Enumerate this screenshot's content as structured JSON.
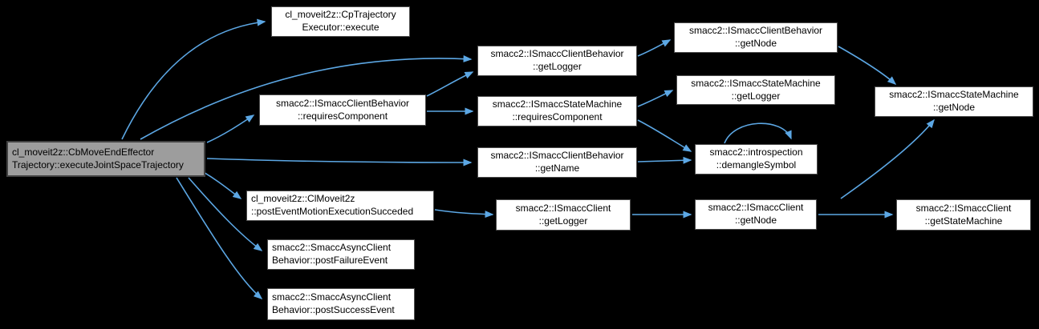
{
  "diagram": {
    "type": "call-graph",
    "background_color": "#000000",
    "edge_color": "#5ca7e4",
    "node_fill": "#ffffff",
    "node_border": "#4d4d4d",
    "root_fill": "#9d9d9d",
    "nodes": {
      "root": {
        "label": "cl_moveit2z::CbMoveEndEffector\nTrajectory::executeJointSpaceTrajectory",
        "role": "focus"
      },
      "cp_execute": {
        "label": "cl_moveit2z::CpTrajectory\nExecutor::execute"
      },
      "cb_requires_component": {
        "label": "smacc2::ISmaccClientBehavior\n::requiresComponent"
      },
      "cb_get_logger": {
        "label": "smacc2::ISmaccClientBehavior\n::getLogger"
      },
      "sm_requires_component": {
        "label": "smacc2::ISmaccStateMachine\n::requiresComponent"
      },
      "cb_get_name": {
        "label": "smacc2::ISmaccClientBehavior\n::getName"
      },
      "post_event_motion_execution_succeded": {
        "label": "cl_moveit2z::ClMoveit2z\n::postEventMotionExecutionSucceded"
      },
      "post_failure_event": {
        "label": "smacc2::SmaccAsyncClient\nBehavior::postFailureEvent"
      },
      "post_success_event": {
        "label": "smacc2::SmaccAsyncClient\nBehavior::postSuccessEvent"
      },
      "cb_get_node": {
        "label": "smacc2::ISmaccClientBehavior\n::getNode"
      },
      "sm_get_logger": {
        "label": "smacc2::ISmaccStateMachine\n::getLogger"
      },
      "demangle_symbol": {
        "label": "smacc2::introspection\n::demangleSymbol"
      },
      "client_get_logger": {
        "label": "smacc2::ISmaccClient\n::getLogger"
      },
      "client_get_node": {
        "label": "smacc2::ISmaccClient\n::getNode"
      },
      "sm_get_node": {
        "label": "smacc2::ISmaccStateMachine\n::getNode"
      },
      "client_get_state_machine": {
        "label": "smacc2::ISmaccClient\n::getStateMachine"
      }
    },
    "edges": [
      {
        "from": "root",
        "to": "cp_execute"
      },
      {
        "from": "root",
        "to": "cb_get_logger"
      },
      {
        "from": "root",
        "to": "cb_requires_component"
      },
      {
        "from": "root",
        "to": "cb_get_name"
      },
      {
        "from": "root",
        "to": "post_event_motion_execution_succeded"
      },
      {
        "from": "root",
        "to": "post_failure_event"
      },
      {
        "from": "root",
        "to": "post_success_event"
      },
      {
        "from": "cb_requires_component",
        "to": "cb_get_logger"
      },
      {
        "from": "cb_requires_component",
        "to": "sm_requires_component"
      },
      {
        "from": "cb_get_logger",
        "to": "cb_get_node"
      },
      {
        "from": "sm_requires_component",
        "to": "sm_get_logger"
      },
      {
        "from": "sm_requires_component",
        "to": "demangle_symbol"
      },
      {
        "from": "cb_get_name",
        "to": "demangle_symbol"
      },
      {
        "from": "demangle_symbol",
        "to": "demangle_symbol"
      },
      {
        "from": "cb_get_node",
        "to": "sm_get_node"
      },
      {
        "from": "post_event_motion_execution_succeded",
        "to": "client_get_logger"
      },
      {
        "from": "client_get_logger",
        "to": "client_get_node"
      },
      {
        "from": "client_get_node",
        "to": "client_get_state_machine"
      },
      {
        "from": "client_get_node",
        "to": "sm_get_node"
      }
    ]
  }
}
